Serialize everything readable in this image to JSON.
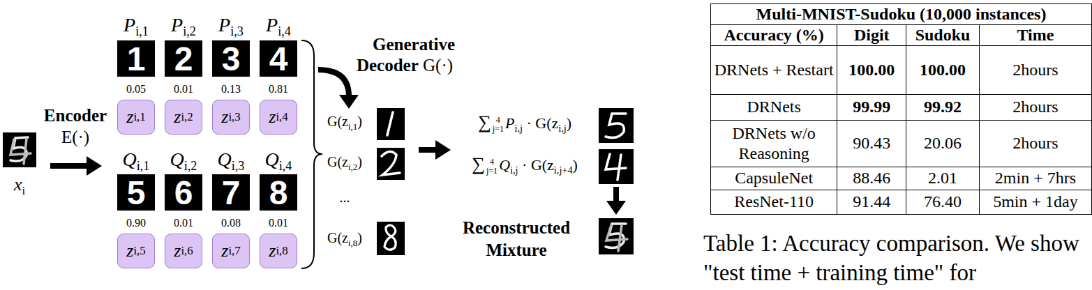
{
  "diagram": {
    "caption": "Table 1: Accuracy comparison. We show \"test time + training time\" for",
    "nodes": [
      {
        "text": [
          "1"
        ]
      },
      {
        "text": [
          "2"
        ]
      },
      {
        "text": [
          "3"
        ]
      },
      {
        "text": [
          "4"
        ]
      },
      {
        "text": [
          "z",
          "i,1"
        ]
      },
      {
        "text": [
          "z",
          "i,2"
        ]
      },
      {
        "text": [
          "z",
          "i,3"
        ]
      },
      {
        "text": [
          "z",
          "i,4"
        ]
      },
      {
        "text": [
          "5"
        ]
      },
      {
        "text": [
          "6"
        ]
      },
      {
        "text": [
          "7"
        ]
      },
      {
        "text": [
          "8"
        ]
      },
      {
        "text": [
          "z",
          "i,5"
        ]
      },
      {
        "text": [
          "z",
          "i,6"
        ]
      },
      {
        "text": [
          "z",
          "i,7"
        ]
      },
      {
        "text": [
          "z",
          "i,8"
        ]
      }
    ],
    "labels": [
      "P",
      "i,1",
      "P",
      "i,2",
      "P",
      "i,3",
      "P",
      "i,4",
      "0.05",
      "0.01",
      "0.13",
      "0.81",
      "Q",
      "i,1",
      "Q",
      "i,2",
      "Q",
      "i,3",
      "Q",
      "i,4",
      "0.90",
      "0.01",
      "0.08",
      "0.01",
      "Encoder",
      "E(·)",
      "x",
      "i",
      "Generative",
      "Decoder",
      "G(·)",
      "G(z",
      "i,1",
      ")",
      "G(z",
      "i,2",
      ")",
      "...",
      "G(z",
      "i,8",
      ")",
      "∑",
      "4",
      "j=1",
      "P",
      "i,j",
      "· G(z",
      "i,j",
      ")",
      "∑",
      "4",
      "j=1",
      "Q",
      "i,j",
      "· G(z",
      "i,j+4",
      ")",
      "Reconstructed",
      "Mixture",
      "Multi-MNIST-Sudoku (10,000 instances)",
      "Accuracy (%)",
      "Digit",
      "Sudoku",
      "Time",
      "DRNets + Restart",
      "100.00",
      "100.00",
      "2hours",
      "DRNets",
      "99.99",
      "99.92",
      "2hours",
      "DRNets w/o Reasoning",
      "90.43",
      "20.06",
      "2hours",
      "CapsuleNet",
      "88.46",
      "2.01",
      "2min + 7hrs",
      "ResNet-110",
      "91.44",
      "76.40",
      "5min + 1day"
    ]
  }
}
